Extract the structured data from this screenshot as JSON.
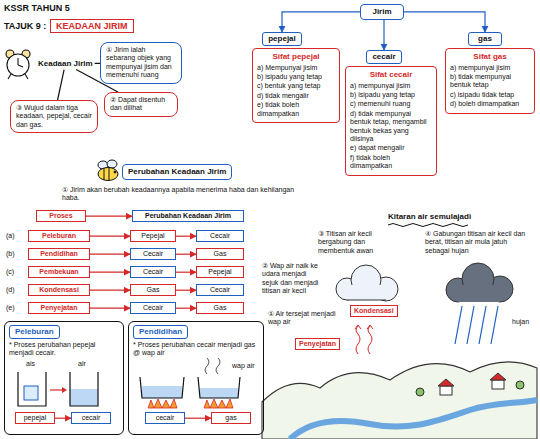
{
  "diagram": {
    "title": "KEADAAN JIRIM",
    "nodes": [
      {
        "text": [
          "Keadaan Jirim"
        ]
      },
      {
        "text": [
          "① Jirim ialah sebarang objek yang mempunyai jisim dan memenuhi ruang"
        ]
      },
      {
        "text": [
          "② Dapat disentuh dan dilihat"
        ]
      },
      {
        "text": [
          "③ Wujud dalam tiga keadaan, pepejal, cecair dan gas."
        ]
      },
      {
        "text": [
          "Jirim"
        ]
      },
      {
        "text": [
          "pepejal"
        ]
      },
      {
        "text": [
          "Sifat pepejal",
          "a) Mempunyai jisim",
          "b) isipadu yang tetap",
          "c) bentuk yang tetap",
          "d) tidak mengalir",
          "e) tidak boleh dimampatkan"
        ]
      },
      {
        "text": [
          "cecair"
        ]
      },
      {
        "text": [
          "Sifat cecair",
          "a) mempunyai jisim",
          "b) isipadu yang tetap",
          "c) memenuhi ruang",
          "d) tidak mempunyai bentuk tetap, mengambil bentuk bekas yang diisinya",
          "e) dapat mengalir",
          "f) tidak boleh dimampatkan"
        ]
      },
      {
        "text": [
          "gas"
        ]
      },
      {
        "text": [
          "Sifat gas",
          "a) mempunyai jisim",
          "b) tidak mempunyai bentuk tetap",
          "c) isipadu tidak tetap",
          "d) boleh dimampatkan"
        ]
      },
      {
        "text": [
          "Perubahan Keadaan Jirim"
        ]
      },
      {
        "text": [
          "Proses"
        ]
      },
      {
        "text": [
          "Perubahan Keadaan Jirim"
        ]
      },
      {
        "text": [
          "Peleburan"
        ]
      },
      {
        "text": [
          "Pepejal"
        ]
      },
      {
        "text": [
          "Cecair"
        ]
      },
      {
        "text": [
          "Pendidihan"
        ]
      },
      {
        "text": [
          "Cecair"
        ]
      },
      {
        "text": [
          "Gas"
        ]
      },
      {
        "text": [
          "Pembekuan"
        ]
      },
      {
        "text": [
          "Cecair"
        ]
      },
      {
        "text": [
          "Pepejal"
        ]
      },
      {
        "text": [
          "Kondensasi"
        ]
      },
      {
        "text": [
          "Gas"
        ]
      },
      {
        "text": [
          "Cecair"
        ]
      },
      {
        "text": [
          "Penyejatan"
        ]
      },
      {
        "text": [
          "Cecair"
        ]
      },
      {
        "text": [
          "Gas"
        ]
      },
      {
        "text": [
          "Peleburan",
          "* Proses perubahan pepejal menjadi cecair."
        ]
      },
      {
        "text": [
          "pepejal"
        ],
        "in": 29
      },
      {
        "text": [
          "cecair"
        ],
        "in": 29
      },
      {
        "text": [
          "Pendidihan",
          "* Proses perubahan cecair menjadi gas @ wap air"
        ]
      },
      {
        "text": [
          "cecair"
        ],
        "in": 32
      },
      {
        "text": [
          "gas"
        ],
        "in": 32
      },
      {
        "text": [
          "Kondensasi"
        ]
      },
      {
        "text": [
          "Penyejatan"
        ]
      }
    ],
    "edges": [
      {
        "from": 0,
        "to": 1,
        "arrow": "none"
      },
      {
        "from": 0,
        "to": 2,
        "arrow": "none"
      },
      {
        "from": 0,
        "to": 3,
        "arrow": "none"
      },
      {
        "from": 4,
        "to": 5,
        "arrow": "to"
      },
      {
        "from": 4,
        "to": 7,
        "arrow": "to"
      },
      {
        "from": 4,
        "to": 9,
        "arrow": "to"
      },
      {
        "from": 12,
        "to": 13,
        "arrow": "to"
      },
      {
        "from": 14,
        "to": 15,
        "arrow": "to"
      },
      {
        "from": 15,
        "to": 16,
        "arrow": "to"
      },
      {
        "from": 17,
        "to": 18,
        "arrow": "to"
      },
      {
        "from": 18,
        "to": 19,
        "arrow": "to"
      },
      {
        "from": 20,
        "to": 21,
        "arrow": "to"
      },
      {
        "from": 21,
        "to": 22,
        "arrow": "to"
      },
      {
        "from": 23,
        "to": 24,
        "arrow": "to"
      },
      {
        "from": 24,
        "to": 25,
        "arrow": "to"
      },
      {
        "from": 26,
        "to": 27,
        "arrow": "to"
      },
      {
        "from": 27,
        "to": 28,
        "arrow": "to"
      },
      {
        "from": 30,
        "to": 31,
        "arrow": "to"
      },
      {
        "from": 33,
        "to": 34,
        "arrow": "to"
      }
    ],
    "labels": [
      "KSSR TAHUN 5",
      "TAJUK 9 :",
      "① Jirim akan berubah keadaannya apabila menerima haba dan kehilangan haba.",
      "(a)",
      "(b)",
      "(c)",
      "(d)",
      "(e)",
      "ais",
      "air",
      "wap air",
      "Kitaran air semulajadi",
      "③ Titisan air kecil bergabung dan membentuk awan",
      "④ Gabungan titisan air kecil dan berat, titisan air mula jatuh sebagai hujan",
      "② Wap air naik ke udara menjadi sejuk dan menjadi titisan air kecil",
      "① Air tersejat menjadi wap air",
      "hujan"
    ]
  }
}
